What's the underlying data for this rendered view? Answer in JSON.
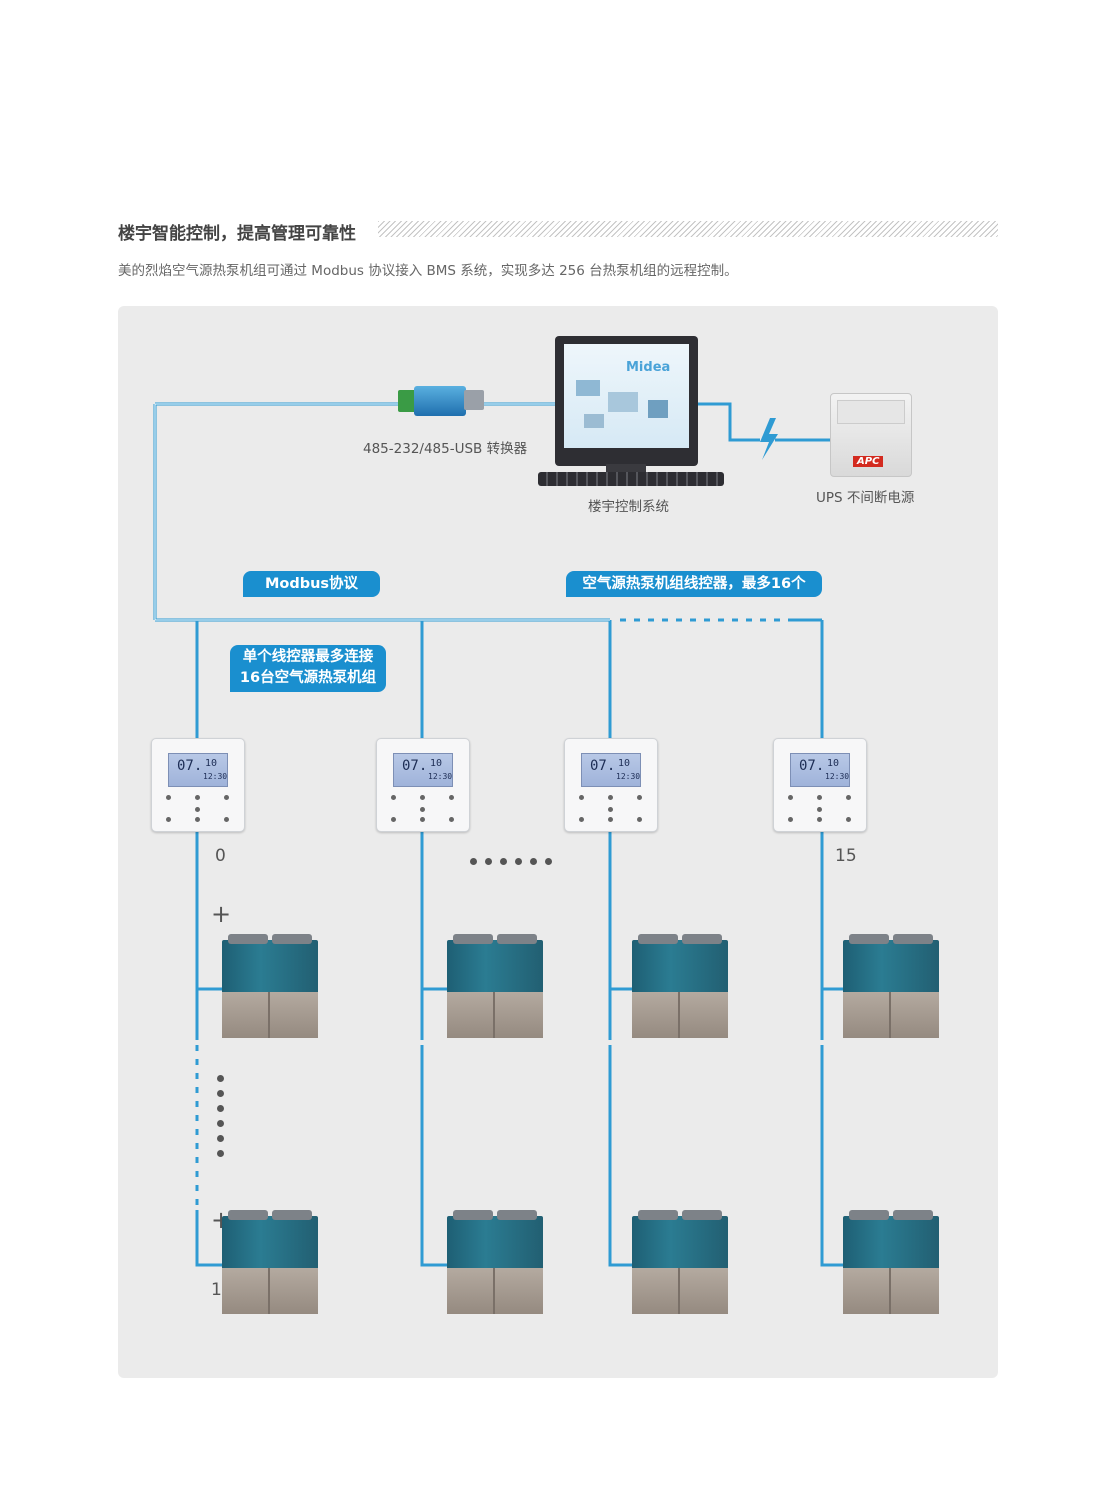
{
  "header": {
    "title": "楼宇智能控制，提高管理可靠性",
    "subtitle": "美的烈焰空气源热泵机组可通过 Modbus 协议接入 BMS 系统，实现多达 256 台热泵机组的远程控制。"
  },
  "diagram": {
    "converter_label": "485-232/485-USB 转换器",
    "computer_label": "楼宇控制系统",
    "ups_label": "UPS 不间断电源",
    "tag_modbus": "Modbus协议",
    "tag_controllers": "空气源热泵机组线控器，最多16个",
    "tag_units_line1": "单个线控器最多连接",
    "tag_units_line2": "16台空气源热泵机组",
    "controller_first": "0",
    "controller_last": "15",
    "unit_first_mark": "1",
    "plus_sign": "+",
    "lcd_main": "07.",
    "lcd_sub": "10",
    "lcd_time": "12:30",
    "screen_brand": "Midea",
    "ups_brand": "APC",
    "colors": {
      "wire": "#2f9bd3",
      "tag": "#1a8fcf",
      "panel": "#ebebeb"
    }
  }
}
